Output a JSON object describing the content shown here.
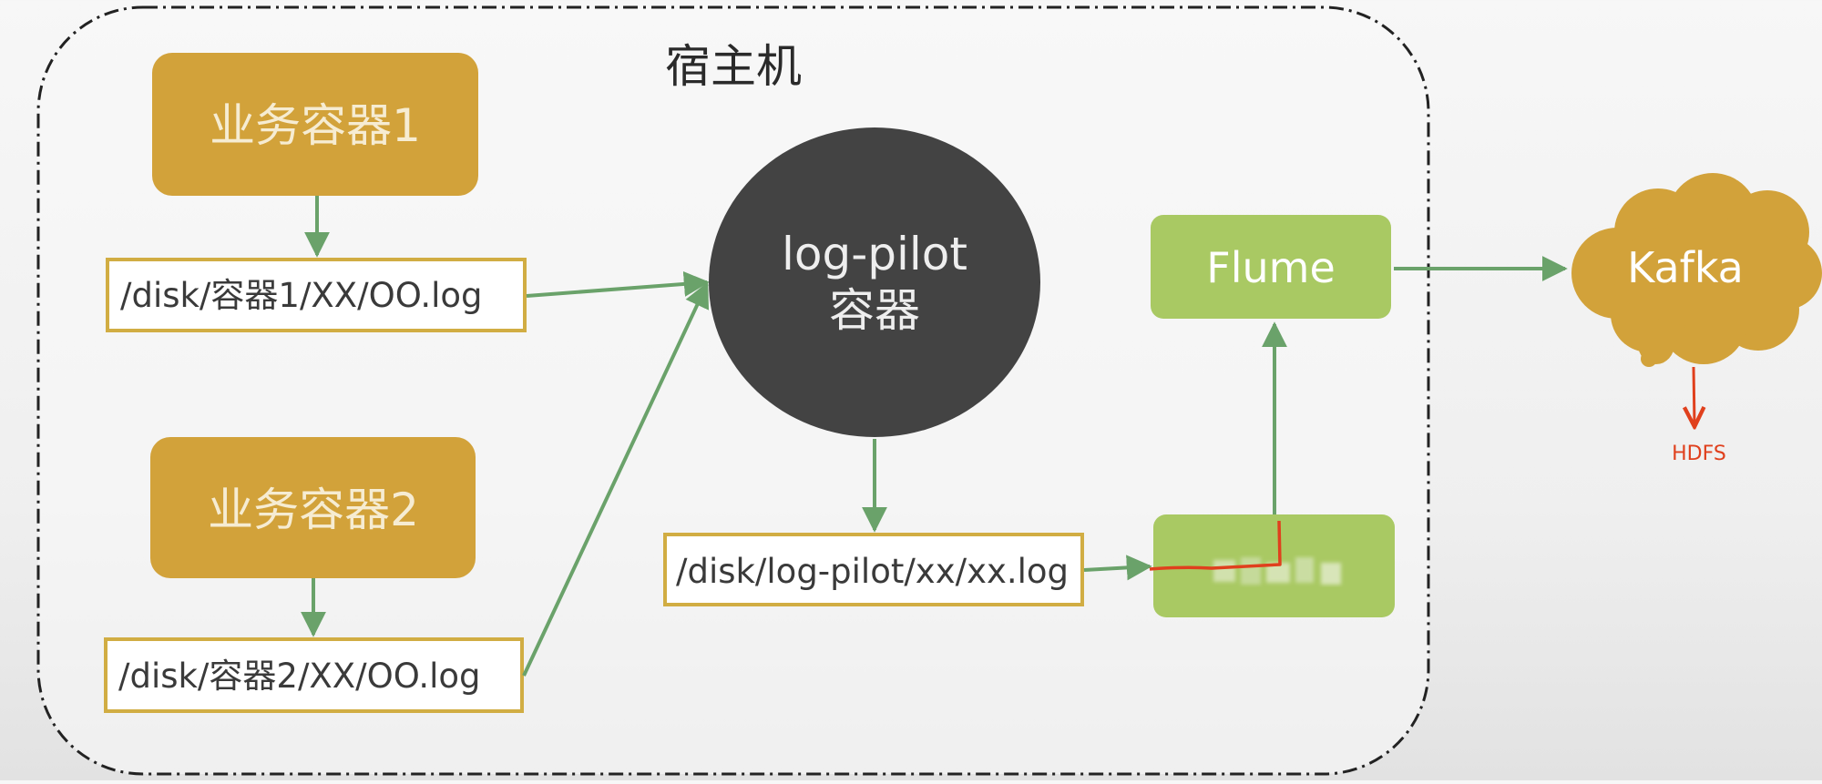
{
  "colors": {
    "container_box": "#d2a23a",
    "container_text": "#f6ecd2",
    "pilot_circle": "#434343",
    "pilot_text": "#eeeeee",
    "flume_box": "#a9c963",
    "box_text": "#ffffff",
    "path_border": "#d1ad43",
    "path_text": "#3a3a3a",
    "arrow": "#6aa26a",
    "annotation": "#e0401d",
    "host_border": "#222222",
    "title_text": "#2a2a2a"
  },
  "host": {
    "label": "宿主机"
  },
  "nodes": {
    "container1": {
      "label": "业务容器1"
    },
    "container2": {
      "label": "业务容器2"
    },
    "path1": {
      "label": "/disk/容器1/XX/OO.log"
    },
    "path2": {
      "label": "/disk/容器2/XX/OO.log"
    },
    "log_pilot": {
      "line1": "log-pilot",
      "line2": "容器"
    },
    "pilot_path": {
      "label": "/disk/log-pilot/xx/xx.log"
    },
    "flume": {
      "label": "Flume"
    },
    "obscured_box": {
      "label": ""
    },
    "kafka": {
      "label": "Kafka"
    },
    "hdfs": {
      "label": "HDFS"
    }
  },
  "icons": {
    "kafka_shape": "cloud-icon"
  }
}
